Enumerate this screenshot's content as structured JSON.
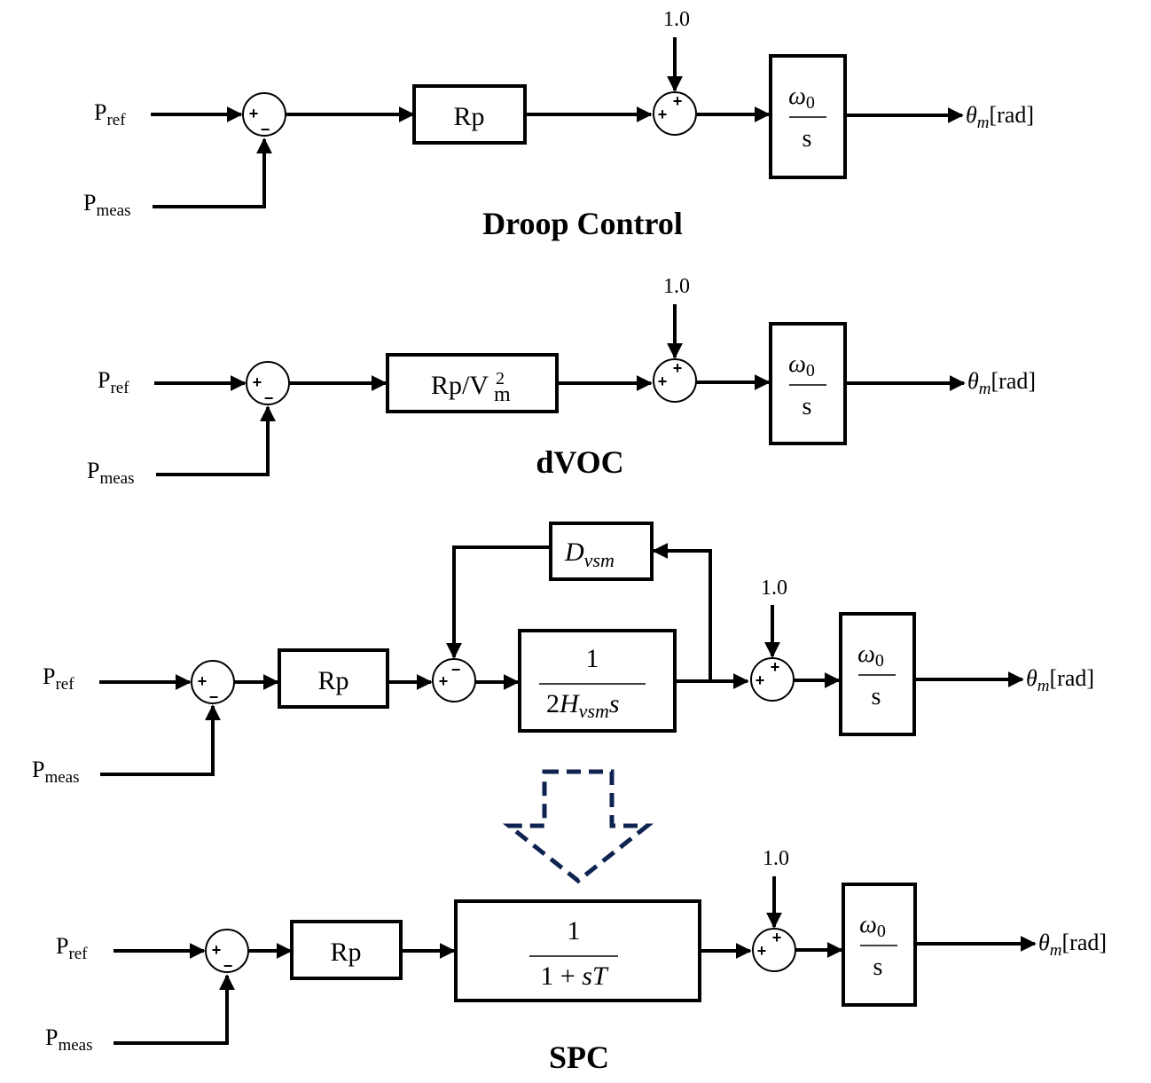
{
  "droop": {
    "title": "Droop Control",
    "pref": "P",
    "pref_sub": "ref",
    "pmeas": "P",
    "pmeas_sub": "meas",
    "gain": "Rp",
    "const": "1.0",
    "int_num": "ω",
    "int_num_sub": "0",
    "int_den": "s",
    "out": "θ",
    "out_sub": "m",
    "out_unit": "[rad]"
  },
  "dvoc": {
    "title": "dVOC",
    "pref": "P",
    "pref_sub": "ref",
    "pmeas": "P",
    "pmeas_sub": "meas",
    "gain_main": "Rp/V",
    "gain_sup": "2",
    "gain_sub": "m",
    "const": "1.0",
    "int_num": "ω",
    "int_num_sub": "0",
    "int_den": "s",
    "out": "θ",
    "out_sub": "m",
    "out_unit": "[rad]"
  },
  "vsm": {
    "pref": "P",
    "pref_sub": "ref",
    "pmeas": "P",
    "pmeas_sub": "meas",
    "gain": "Rp",
    "damp": "D",
    "damp_sub": "vsm",
    "tf_num": "1",
    "tf_den_a": "2",
    "tf_den_b": "H",
    "tf_den_sub": "vsm",
    "tf_den_c": "s",
    "const": "1.0",
    "int_num": "ω",
    "int_num_sub": "0",
    "int_den": "s",
    "out": "θ",
    "out_sub": "m",
    "out_unit": "[rad]"
  },
  "spc": {
    "title": "SPC",
    "pref": "P",
    "pref_sub": "ref",
    "pmeas": "P",
    "pmeas_sub": "meas",
    "gain": "Rp",
    "tf_num": "1",
    "tf_den_a": "1 + ",
    "tf_den_b": "sT",
    "const": "1.0",
    "int_num": "ω",
    "int_num_sub": "0",
    "int_den": "s",
    "out": "θ",
    "out_sub": "m",
    "out_unit": "[rad]"
  },
  "signs": {
    "plus": "+",
    "minus": "−"
  },
  "colors": {
    "line": "#000000",
    "transform_arrow": "#0f2350"
  }
}
